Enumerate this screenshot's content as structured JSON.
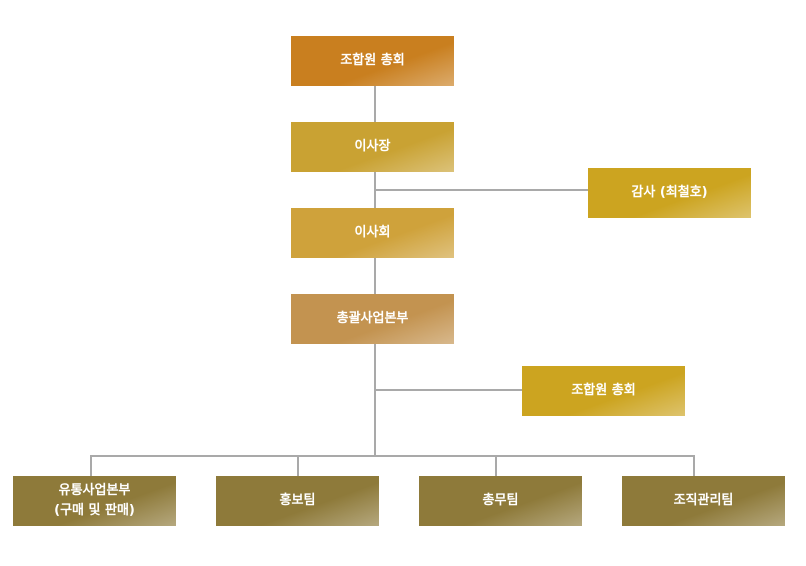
{
  "colors": {
    "general_meeting": "#c97f1f",
    "chairman": "#c9a233",
    "board": "#cfa23b",
    "hq": "#c39350",
    "side": "#cca420",
    "team": "#8e7a3a",
    "connector": "#a9a9a9"
  },
  "org": {
    "general_meeting": "조합원 총회",
    "chairman": "이사장",
    "auditor": "감사 (최철호)",
    "board": "이사회",
    "headquarters": "총괄사업본부",
    "side_meeting": "조합원 총회",
    "teams": [
      {
        "line1": "유통사업본부",
        "line2": "(구매 및 판매)"
      },
      {
        "line1": "홍보팀"
      },
      {
        "line1": "총무팀"
      },
      {
        "line1": "조직관리팀"
      }
    ]
  }
}
